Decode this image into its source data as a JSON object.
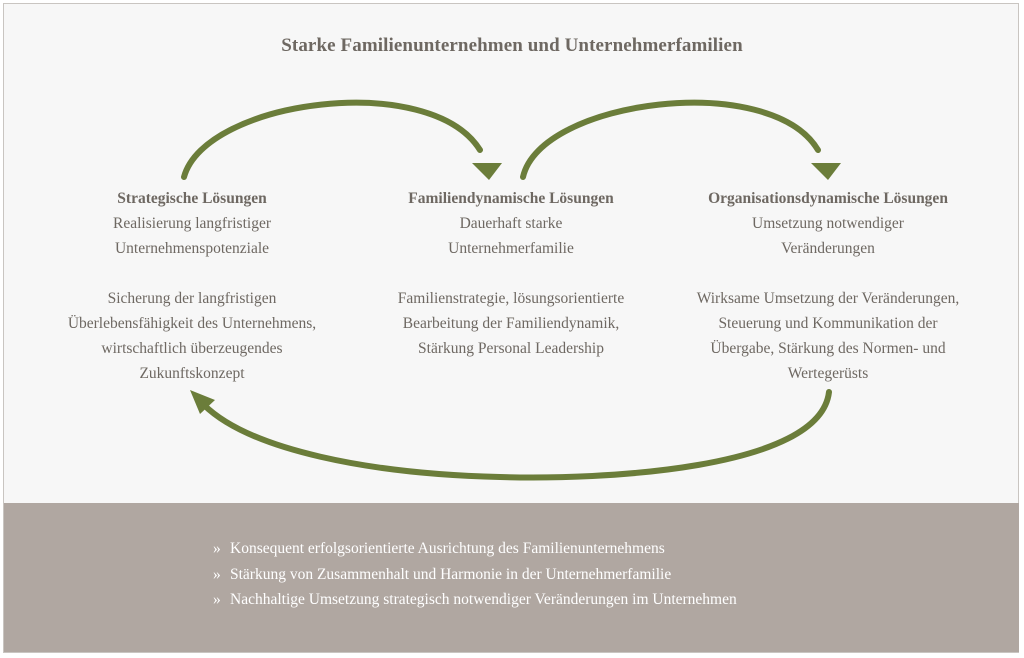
{
  "title": "Starke Familienunternehmen und Unternehmerfamilien",
  "columns": [
    {
      "heading": "Strategische Lösungen",
      "desc_line1": "Realisierung langfristiger",
      "desc_line2": "Unternehmenspotenziale",
      "body_line1": "Sicherung der langfristigen",
      "body_line2": "Überlebensfähigkeit des Unternehmens,",
      "body_line3": "wirtschaftlich überzeugendes",
      "body_line4": "Zukunftskonzept"
    },
    {
      "heading": "Familiendynamische Lösungen",
      "desc_line1": "Dauerhaft starke",
      "desc_line2": "Unternehmerfamilie",
      "body_line1": "Familienstrategie, lösungsorientierte",
      "body_line2": "Bearbeitung der Familiendynamik,",
      "body_line3": "Stärkung Personal Leadership",
      "body_line4": ""
    },
    {
      "heading": "Organisationsdynamische Lösungen",
      "desc_line1": "Umsetzung notwendiger",
      "desc_line2": "Veränderungen",
      "body_line1": "Wirksame Umsetzung der Veränderungen,",
      "body_line2": "Steuerung und Kommunikation der",
      "body_line3": "Übergabe, Stärkung des Normen- und",
      "body_line4": "Wertegerüsts"
    }
  ],
  "bullet_marker": "»",
  "bullets": [
    "Konsequent erfolgsorientierte Ausrichtung des Familienunternehmens",
    "Stärkung von Zusammenhalt und Harmonie in der Unternehmerfamilie",
    "Nachhaltige Umsetzung strategisch notwendiger Veränderungen im Unternehmen"
  ],
  "colors": {
    "arrow": "#6b7d3a",
    "text": "#6e6862",
    "band": "#b0a7a1",
    "band_text": "#ffffff"
  }
}
